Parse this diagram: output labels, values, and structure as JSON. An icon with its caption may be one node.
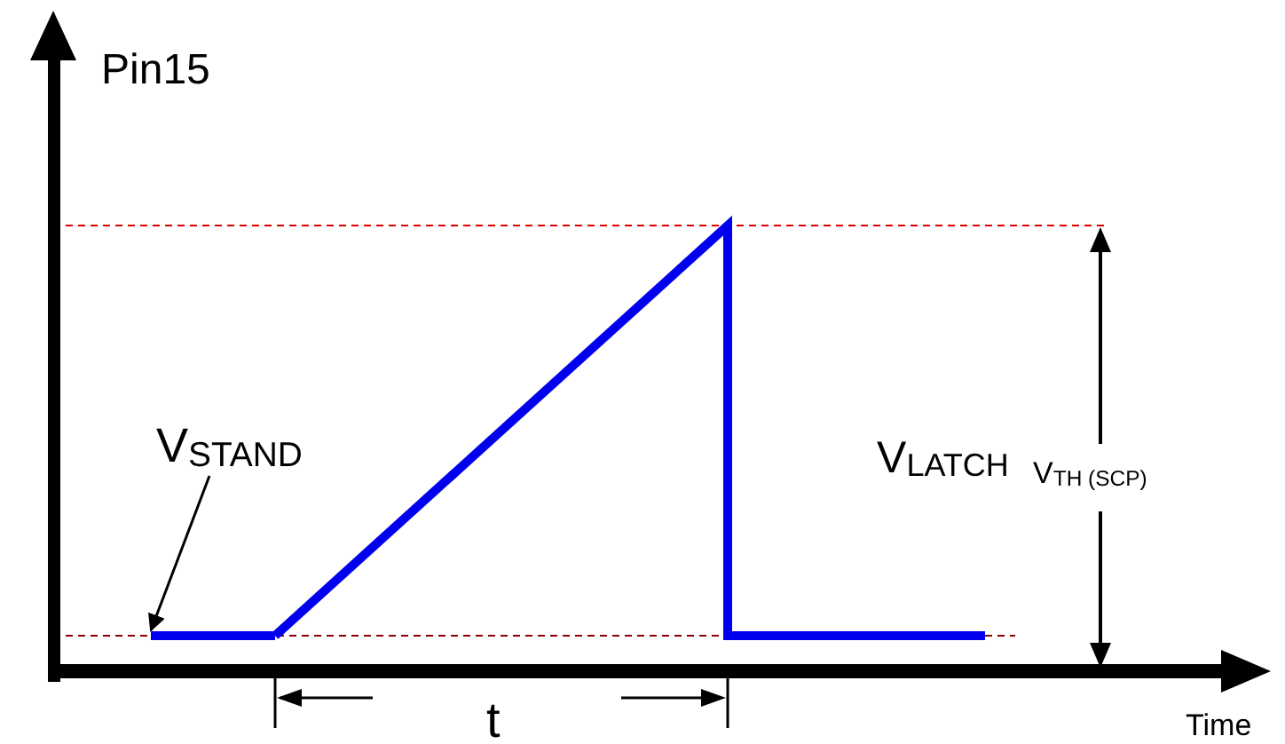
{
  "diagram": {
    "nodes": [
      {
        "text": [
          "V$_{STAND}$"
        ]
      },
      {
        "text": [],
        "shape": "line"
      }
    ],
    "edges": [
      {
        "from": 0,
        "to": 1,
        "arrow": "to"
      }
    ],
    "labels": [
      "Pin15",
      "V$_{TH (SCP)}$",
      "V$_{LATCH}$",
      "t",
      "Time"
    ]
  }
}
